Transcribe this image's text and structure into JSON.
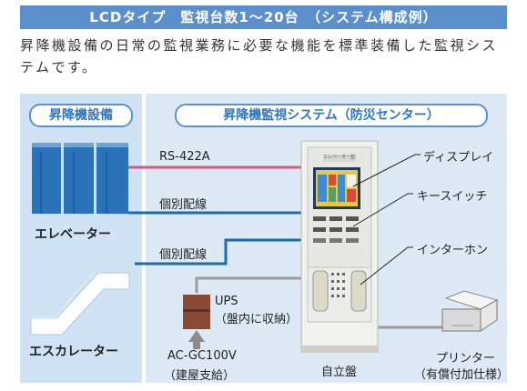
{
  "header": {
    "title": "LCDタイプ　監視台数1〜20台　（システム構成例）"
  },
  "intro": {
    "text": "昇降機設備の日常の監視業務に必要な機能を標準装備した監視システムです。"
  },
  "left_panel": {
    "title": "昇降機設備",
    "elevator_label": "エレベーター",
    "escalator_label": "エスカレーター"
  },
  "right_panel": {
    "title": "昇降機監視システム（防災センター）",
    "cabinet_label": "自立盤",
    "display_label": "ディスプレイ",
    "keyswitch_label": "キースイッチ",
    "interphone_label": "インターホン",
    "printer_label": "プリンター",
    "printer_note": "（有償付加仕様）",
    "ups_label": "UPS",
    "ups_note": "（盤内に収納）",
    "power_label": "AC-GC100V",
    "power_note": "（建屋支給）",
    "cabinet_plate": "エレベーター監視盤"
  },
  "connections": {
    "rs422": "RS-422A",
    "wiring1": "個別配線",
    "wiring2": "個別配線"
  },
  "colors": {
    "header_bg": "#5b8fcb",
    "left_panel_bg": "#cfe3f4",
    "right_panel_bg": "#ddeaf6",
    "rs422_line": "#d9577a",
    "wiring_line": "#1a6db5",
    "gray_line": "#9a9a9a",
    "ups_box": "#8a4a36"
  }
}
